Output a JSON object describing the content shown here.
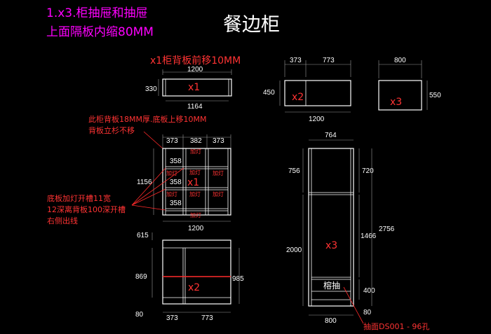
{
  "title": "餐边柜",
  "header_note": [
    "1.x3.柜抽屉和抽屉",
    "上面隔板内缩80MM"
  ],
  "colors": {
    "magenta": "#ff00ff",
    "red": "#ff3333",
    "white": "#ffffff"
  },
  "notes": {
    "x1_back": "x1柜背板前移10MM",
    "thick": [
      "此柜背板18MM厚.底板上移10MM",
      "背板立杉不移"
    ],
    "light_groove": [
      "底板加灯开槽11宽",
      "12深离背板100深开槽",
      "右侧出线"
    ],
    "handle": "抽面DS001 - 96孔"
  },
  "labels": {
    "x1": "x1",
    "x2": "x2",
    "x3": "x3",
    "drawer": "榕抽",
    "light": "加灯"
  },
  "dims": {
    "top_x1_w": "1200",
    "top_x1_d": "330",
    "top_x1_inner": "1164",
    "top_x2_a": "373",
    "top_x2_b": "773",
    "top_x2_h": "450",
    "top_x2_w": "1200",
    "top_x3_w": "800",
    "top_x3_h": "550",
    "mid_x1_a": "373",
    "mid_x1_b": "382",
    "mid_x1_c": "373",
    "mid_x1_shelf": "358",
    "mid_x1_h": "1156",
    "mid_x1_w": "1200",
    "bot_gap": "615",
    "bot_x2_h": "869",
    "bot_x2_rh": "985",
    "bot_x2_foot": "80",
    "bot_x2_a": "373",
    "bot_x2_b": "773",
    "x3_w_top": "764",
    "x3_upper_l": "756",
    "x3_upper_r": "720",
    "x3_total": "2756",
    "x3_lower": "2000",
    "x3_lower_r": "1466",
    "x3_drawer": "400",
    "x3_foot": "80",
    "x3_w_bot": "800"
  }
}
